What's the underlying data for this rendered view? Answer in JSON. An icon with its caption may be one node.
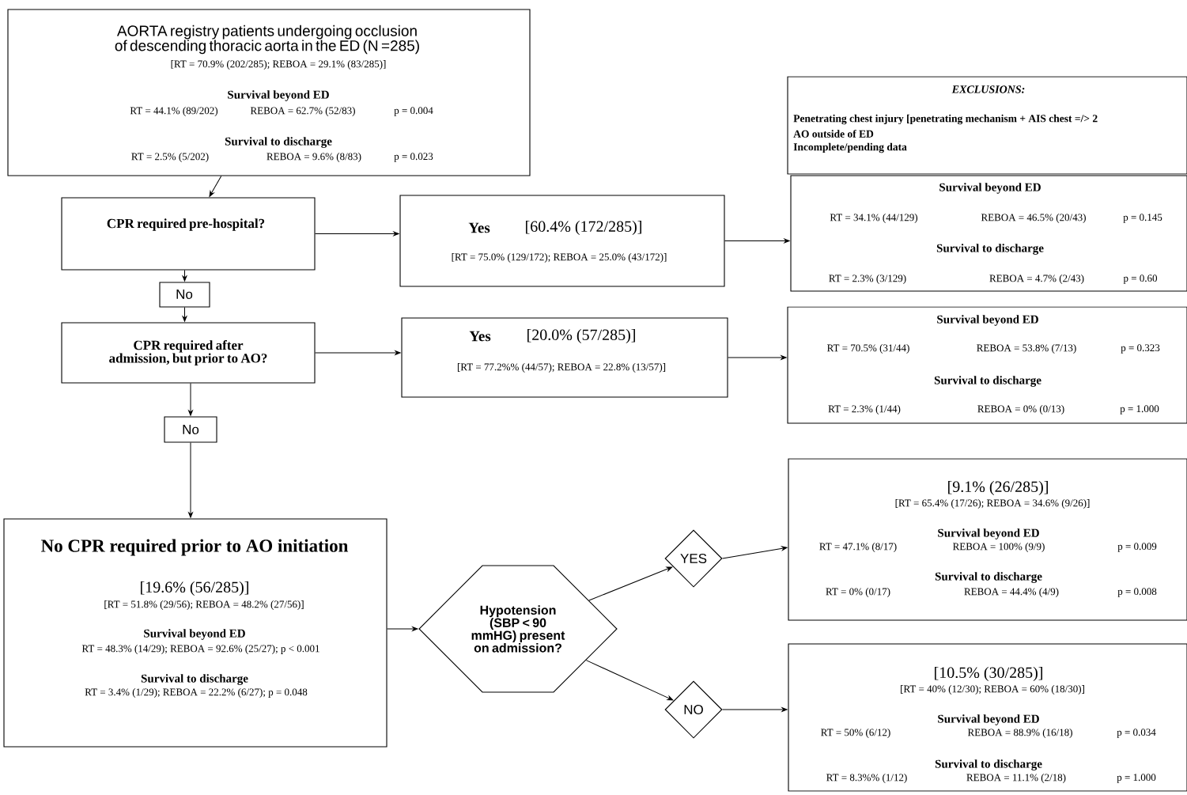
{
  "diagram": {
    "nodes": [
      {
        "text": [
          "AORTA registry patients undergoing occlusion of descending thoracic aorta in the ED (N =285)",
          "[RT = 70.9% (202/285); REBOA = 29.1% (83/285)]",
          "Survival beyond ED",
          "RT = 44.1% (89/202)",
          "REBOA = 62.7% (52/83)",
          "p = 0.004",
          "Survival to discharge",
          "RT = 2.5%  (5/202)",
          "REBOA = 9.6% (8/83)",
          "p = 0.023"
        ]
      },
      {
        "text": [
          "EXCLUSIONS:",
          "Penetrating chest injury [penetrating mechanism + AIS chest =/> 2",
          "AO outside of ED",
          "Incomplete/pending data"
        ]
      },
      {
        "text": [
          "CPR required pre-hospital?"
        ]
      },
      {
        "text": [
          "Yes",
          "[60.4% (172/285)]",
          "[RT = 75.0% (129/172); REBOA = 25.0% (43/172)]"
        ]
      },
      {
        "text": [
          "Survival beyond ED",
          "RT = 34.1% (44/129)",
          "REBOA = 46.5% (20/43)",
          "p = 0.145",
          "Survival to discharge",
          "RT = 2.3% (3/129)",
          "REBOA = 4.7% (2/43)",
          "p = 0.60"
        ]
      },
      {
        "text": [
          "No"
        ]
      },
      {
        "text": [
          "CPR required after admission, but prior to AO?"
        ]
      },
      {
        "text": [
          "Yes",
          "[20.0% (57/285)]",
          "[RT = 77.2%% (44/57);  REBOA = 22.8% (13/57)]"
        ]
      },
      {
        "text": [
          "Survival beyond ED",
          "RT = 70.5% (31/44)",
          "REBOA = 53.8% (7/13)",
          "p = 0.323",
          "Survival to discharge",
          "RT = 2.3% (1/44)",
          "REBOA = 0% (0/13)",
          "p = 1.000"
        ]
      },
      {
        "text": [
          "No"
        ]
      },
      {
        "text": [
          "No CPR required prior to AO initiation",
          "[19.6% (56/285)]",
          "[RT = 51.8% (29/56); REBOA = 48.2% (27/56)]",
          "Survival beyond ED",
          "RT = 48.3% (14/29); REBOA = 92.6% (25/27); p < 0.001",
          "Survival to discharge",
          "RT = 3.4% (1/29);  REBOA = 22.2% (6/27); p = 0.048"
        ]
      },
      {
        "text": [
          "Hypotension (SBP < 90 mmHG) present on admission?"
        ]
      },
      {
        "text": [
          "YES"
        ]
      },
      {
        "text": [
          "[9.1% (26/285)]",
          "[RT = 65.4% (17/26); REBOA = 34.6% (9/26)]",
          "Survival beyond ED",
          "RT = 47.1% (8/17)",
          "REBOA =  100% (9/9)",
          "p = 0.009",
          "Survival to discharge",
          "RT = 0% (0/17)",
          "REBOA = 44.4% (4/9)",
          "p = 0.008"
        ]
      },
      {
        "text": [
          "NO"
        ]
      },
      {
        "text": [
          "[10.5% (30/285)]",
          "[RT = 40% (12/30); REBOA = 60% (18/30)]",
          "Survival beyond ED",
          "RT = 50% (6/12)",
          "REBOA = 88.9% (16/18)",
          "p = 0.034",
          "Survival to discharge",
          "RT = 8.3%% (1/12)",
          "REBOA = 11.1% (2/18)",
          "p = 1.000"
        ]
      }
    ],
    "edges": [
      {
        "from": 0,
        "to": 2,
        "arrow": "to"
      },
      {
        "from": 2,
        "to": 3,
        "arrow": "to"
      },
      {
        "from": 3,
        "to": 4,
        "arrow": "to"
      },
      {
        "from": 2,
        "to": 5,
        "arrow": "to"
      },
      {
        "from": 5,
        "to": 6,
        "arrow": "to"
      },
      {
        "from": 6,
        "to": 7,
        "arrow": "to"
      },
      {
        "from": 7,
        "to": 8,
        "arrow": "to"
      },
      {
        "from": 6,
        "to": 9,
        "arrow": "to"
      },
      {
        "from": 9,
        "to": 10,
        "arrow": "to"
      },
      {
        "from": 10,
        "to": 11,
        "arrow": "to"
      },
      {
        "from": 11,
        "to": 12,
        "arrow": "to"
      },
      {
        "from": 12,
        "to": 13,
        "arrow": "to"
      },
      {
        "from": 11,
        "to": 14,
        "arrow": "to"
      },
      {
        "from": 14,
        "to": 15,
        "arrow": "to"
      }
    ]
  }
}
